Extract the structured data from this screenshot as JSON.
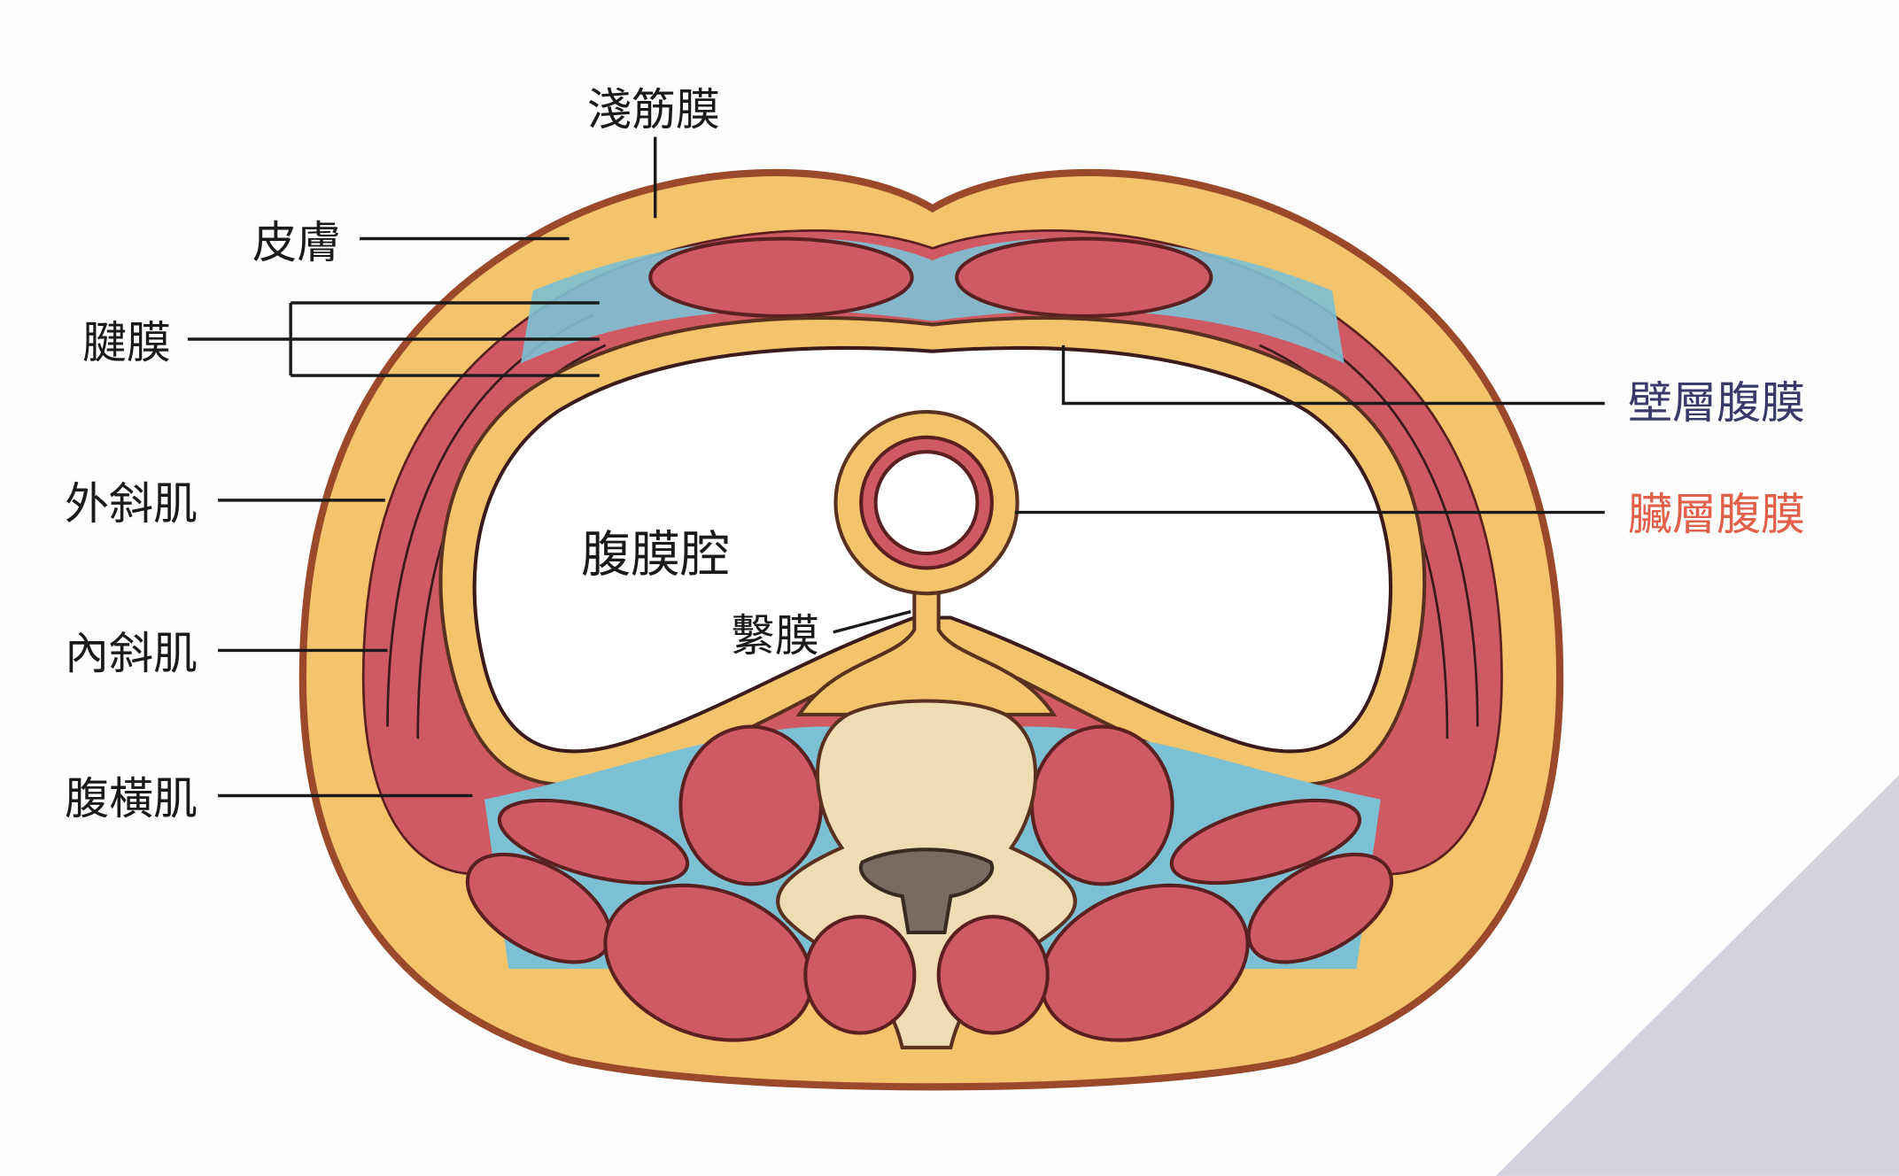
{
  "labels": {
    "superficial_fascia": "淺筋膜",
    "skin": "皮膚",
    "aponeurosis": "腱膜",
    "external_oblique": "外斜肌",
    "internal_oblique": "內斜肌",
    "transversus": "腹橫肌",
    "peritoneal_cavity": "腹膜腔",
    "mesentery": "繫膜",
    "parietal_peritoneum": "壁層腹膜",
    "visceral_peritoneum": "臟層腹膜"
  },
  "colors": {
    "fat": "#f3c46c",
    "muscle": "#cf5a63",
    "fascia": "#7cc0d4",
    "skin": "#9a4a2a",
    "bone": "#efdcb4",
    "parietal_label": "#3a3a6a",
    "visceral_label": "#e2604a"
  }
}
